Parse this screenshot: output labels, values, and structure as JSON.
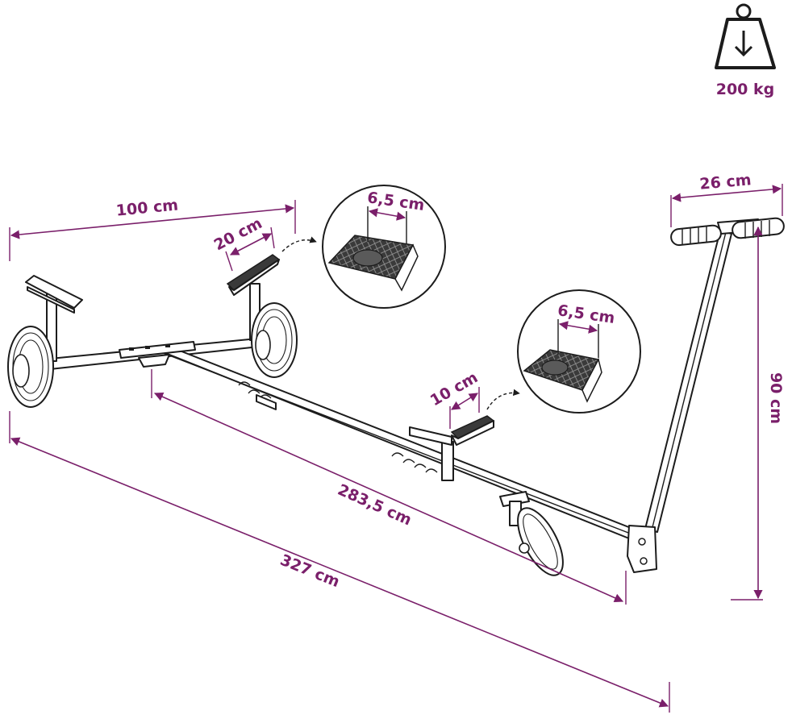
{
  "load": {
    "value": "200 kg",
    "icon": "weight-icon"
  },
  "dimensions": {
    "front_axle_width": "100 cm",
    "front_pad_length": "20 cm",
    "front_pad_detail_width": "6,5 cm",
    "rear_pad_detail_width": "6,5 cm",
    "rear_pad_length": "10 cm",
    "handle_width": "26 cm",
    "handle_height": "90 cm",
    "frame_length": "283,5 cm",
    "total_length": "327 cm"
  },
  "colors": {
    "accent": "#7a1f6a",
    "line": "#1c1c1c"
  }
}
